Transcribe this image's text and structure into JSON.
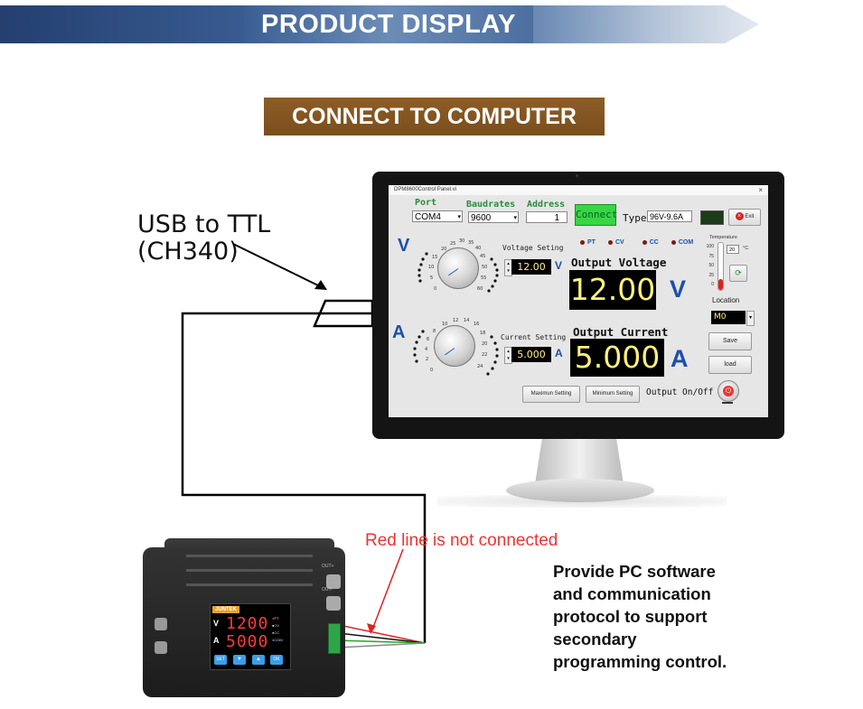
{
  "header": {
    "title": "PRODUCT DISPLAY"
  },
  "section": {
    "title": "CONNECT TO COMPUTER"
  },
  "cable_label": {
    "line1": "USB to TTL",
    "line2": "(CH340)"
  },
  "note": "Red line is not connected",
  "description": [
    "Provide PC software",
    "and communication",
    "protocol to support",
    "secondary",
    "programming control."
  ],
  "app": {
    "window_title": "DPM8600Control Panel.vi",
    "port_label": "Port",
    "port_value": "COM4",
    "baud_label": "Baudrates",
    "baud_value": "9600",
    "address_label": "Address",
    "address_value": "1",
    "connect_label": "Connect",
    "type_label": "Type",
    "type_value": "96V-9.6A",
    "exit_label": "Exit",
    "indicators": [
      "PT",
      "CV",
      "CC",
      "COM"
    ],
    "temperature_label": "Temperature",
    "temperature_value": "20",
    "temperature_unit": "°C",
    "thermo_ticks": [
      "100",
      "75",
      "50",
      "25",
      "0"
    ],
    "voltage_symbol": "V",
    "current_symbol": "A",
    "voltage_setting_label": "Voltage Seting",
    "voltage_setting_value": "12.00",
    "voltage_setting_unit": "V",
    "current_setting_label": "Current Setting",
    "current_setting_value": "5.000",
    "current_setting_unit": "A",
    "output_voltage_label": "Output Voltage",
    "output_voltage_value": "12.00",
    "output_voltage_unit": "V",
    "output_current_label": "Output Current",
    "output_current_value": "5.000",
    "output_current_unit": "A",
    "voltage_knob_ticks": [
      "0",
      "5",
      "10",
      "15",
      "20",
      "25",
      "30",
      "35",
      "40",
      "45",
      "50",
      "55",
      "60"
    ],
    "current_knob_ticks": [
      "0",
      "2",
      "4",
      "6",
      "8",
      "10",
      "12",
      "14",
      "16",
      "18",
      "20",
      "22",
      "24"
    ],
    "location_label": "Location",
    "location_value": "M0",
    "save_label": "Save",
    "load_label": "load",
    "max_setting_label": "Maximun Setting",
    "min_setting_label": "Minimum Setting",
    "output_onoff_label": "Output On/Off"
  },
  "device": {
    "brand": "JUNTEK",
    "volt_display": "1200",
    "amp_display": "5000",
    "v_symbol": "V",
    "a_symbol": "A",
    "indicators": [
      "PT",
      "CV",
      "CC",
      "COM"
    ],
    "buttons": [
      "SET",
      "OK"
    ],
    "right_labels": [
      "OUT+",
      "OUT-"
    ]
  },
  "colors": {
    "banner": "#2e4a7d",
    "section_bg": "#7d501f",
    "note": "#e33333",
    "led_green": "#1fbf3a",
    "seg_yellow": "#fff27a",
    "accent_blue": "#1d4fa8"
  }
}
